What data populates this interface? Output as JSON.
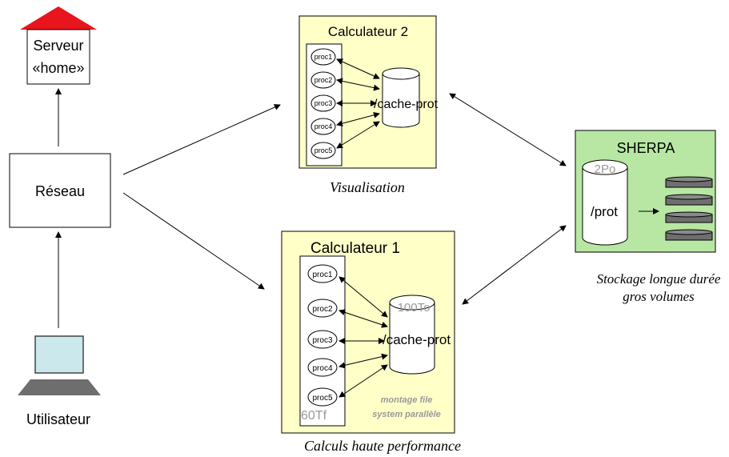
{
  "server": {
    "line1": "Serveur",
    "line2": "«home»"
  },
  "network": {
    "label": "Réseau"
  },
  "user": {
    "label": "Utilisateur"
  },
  "calc2": {
    "title": "Calculateur 2",
    "procs": [
      "proc1",
      "proc2",
      "proc3",
      "proc4",
      "proc5"
    ],
    "cache": "/cache-prot",
    "caption": "Visualisation"
  },
  "calc1": {
    "title": "Calculateur 1",
    "procs": [
      "proc1",
      "proc2",
      "proc3",
      "proc4",
      "proc5"
    ],
    "capacity": "100To",
    "cache": "/cache-prot",
    "flops": "60Tf",
    "note_line1": "montage file",
    "note_line2": "system parallèle",
    "caption": "Calculs haute performance"
  },
  "sherpa": {
    "title": "SHERPA",
    "capacity": "2Po",
    "mount": "/prot",
    "caption_line1": "Stockage longue durée",
    "caption_line2": "gros volumes"
  },
  "colors": {
    "roof": "#e8141e",
    "calc_bg": "#ffffc8",
    "sherpa_bg": "#b7e7a2",
    "screen": "#cbe8ec",
    "disk": "#6e6e6e",
    "note_gray": "#999999"
  }
}
